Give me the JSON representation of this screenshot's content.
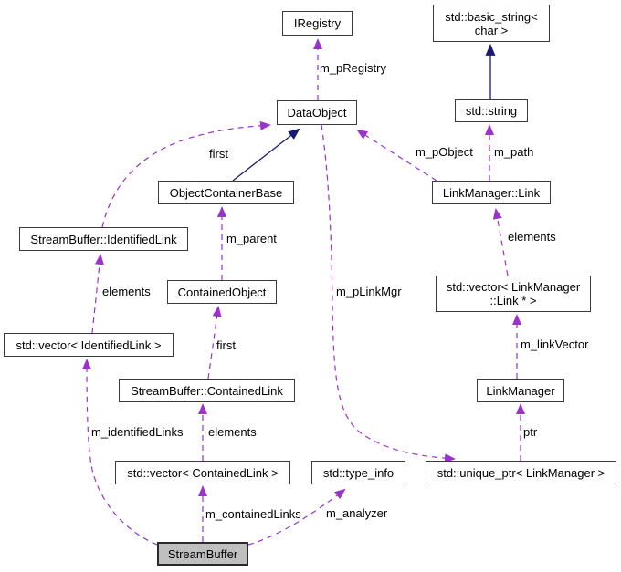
{
  "diagram": {
    "type": "collaboration-graph",
    "selected_node": "StreamBuffer",
    "colors": {
      "usage_edge": "#9a32cd",
      "inheritance_edge": "#191970",
      "node_border": "#3a3a3a",
      "node_fill": "#ffffff",
      "selected_node_fill": "#bfbfbf",
      "text": "#000000",
      "background": "#ffffff"
    }
  },
  "nodes": {
    "iregistry": {
      "label": "IRegistry"
    },
    "basic_string": {
      "label": "std::basic_string<\nchar >"
    },
    "dataobject": {
      "label": "DataObject"
    },
    "std_string": {
      "label": "std::string"
    },
    "object_container_base": {
      "label": "ObjectContainerBase"
    },
    "linkmanager_link": {
      "label": "LinkManager::Link"
    },
    "identified_link": {
      "label": "StreamBuffer::IdentifiedLink"
    },
    "contained_object": {
      "label": "ContainedObject"
    },
    "vector_lm_link": {
      "label": "std::vector< LinkManager\n::Link * >"
    },
    "vector_identified": {
      "label": "std::vector< IdentifiedLink >"
    },
    "contained_link": {
      "label": "StreamBuffer::ContainedLink"
    },
    "linkmanager": {
      "label": "LinkManager"
    },
    "vector_contained": {
      "label": "std::vector< ContainedLink >"
    },
    "type_info": {
      "label": "std::type_info"
    },
    "unique_ptr": {
      "label": "std::unique_ptr< LinkManager >"
    },
    "streambuffer": {
      "label": "StreamBuffer"
    }
  },
  "edges": [
    {
      "from": "DataObject",
      "to": "IRegistry",
      "label": "m_pRegistry",
      "style": "usage-dashed"
    },
    {
      "from": "std::string",
      "to": "std::basic_string< char >",
      "label": "",
      "style": "inheritance-solid"
    },
    {
      "from": "ObjectContainerBase",
      "to": "DataObject",
      "label": "",
      "style": "inheritance-solid"
    },
    {
      "from": "StreamBuffer::IdentifiedLink",
      "to": "DataObject",
      "label": "first",
      "style": "usage-dashed"
    },
    {
      "from": "ContainedObject",
      "to": "ObjectContainerBase",
      "label": "m_parent",
      "style": "usage-dashed"
    },
    {
      "from": "LinkManager::Link",
      "to": "DataObject",
      "label": "m_pObject",
      "style": "usage-dashed"
    },
    {
      "from": "LinkManager::Link",
      "to": "std::string",
      "label": "m_path",
      "style": "usage-dashed"
    },
    {
      "from": "std::vector< LinkManager::Link * >",
      "to": "LinkManager::Link",
      "label": "elements",
      "style": "usage-dashed"
    },
    {
      "from": "std::vector< IdentifiedLink >",
      "to": "StreamBuffer::IdentifiedLink",
      "label": "elements",
      "style": "usage-dashed"
    },
    {
      "from": "StreamBuffer::ContainedLink",
      "to": "ContainedObject",
      "label": "first",
      "style": "usage-dashed"
    },
    {
      "from": "LinkManager",
      "to": "std::vector< LinkManager::Link * >",
      "label": "m_linkVector",
      "style": "usage-dashed"
    },
    {
      "from": "DataObject",
      "to": "std::unique_ptr< LinkManager >",
      "label": "m_pLinkMgr",
      "style": "usage-dashed"
    },
    {
      "from": "std::unique_ptr< LinkManager >",
      "to": "LinkManager",
      "label": "ptr",
      "style": "usage-dashed"
    },
    {
      "from": "StreamBuffer",
      "to": "std::vector< IdentifiedLink >",
      "label": "m_identifiedLinks",
      "style": "usage-dashed"
    },
    {
      "from": "std::vector< ContainedLink >",
      "to": "StreamBuffer::ContainedLink",
      "label": "elements",
      "style": "usage-dashed"
    },
    {
      "from": "StreamBuffer",
      "to": "std::vector< ContainedLink >",
      "label": "m_containedLinks",
      "style": "usage-dashed"
    },
    {
      "from": "StreamBuffer",
      "to": "std::type_info",
      "label": "m_analyzer",
      "style": "usage-dashed"
    }
  ]
}
